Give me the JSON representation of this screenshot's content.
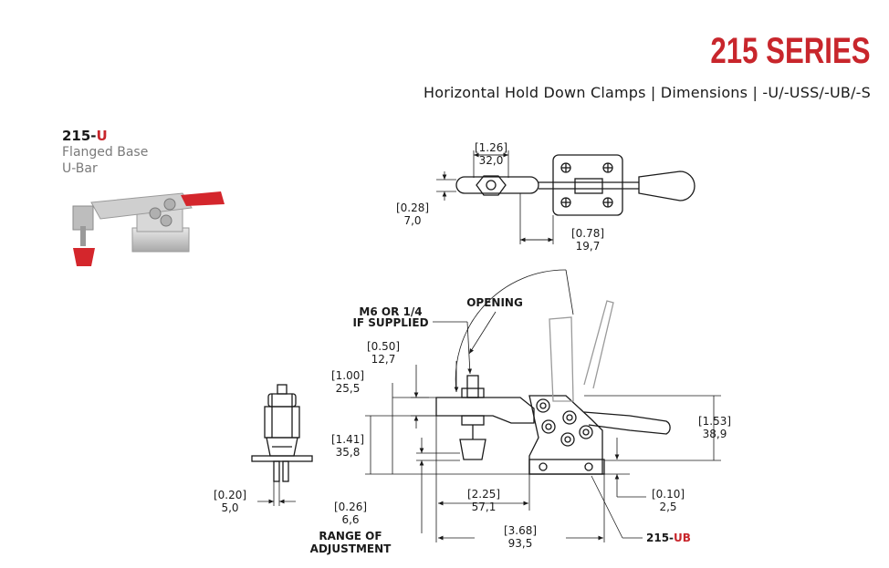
{
  "header": {
    "series": "215 SERIES",
    "subtitle": "Horizontal Hold Down Clamps | Dimensions | -U/-USS/-UB/-S"
  },
  "model": {
    "code_prefix": "215-",
    "code_suffix": "U",
    "desc1": "Flanged Base",
    "desc2": "U-Bar"
  },
  "dimensions": {
    "top_width_in": "[1.26]",
    "top_width_mm": "32,0",
    "top_thick_in": "[0.28]",
    "top_thick_mm": "7,0",
    "top_base_in": "[0.78]",
    "top_base_mm": "19,7",
    "opening": "OPENING",
    "thread1": "M6 OR 1/4",
    "thread2": "IF SUPPLIED",
    "d050_in": "[0.50]",
    "d050_mm": "12,7",
    "d100_in": "[1.00]",
    "d100_mm": "25,5",
    "d141_in": "[1.41]",
    "d141_mm": "35,8",
    "d153_in": "[1.53]",
    "d153_mm": "38,9",
    "d020_in": "[0.20]",
    "d020_mm": "5,0",
    "d026_in": "[0.26]",
    "d026_mm": "6,6",
    "range1": "RANGE OF",
    "range2": "ADJUSTMENT",
    "d225_in": "[2.25]",
    "d225_mm": "57,1",
    "d010_in": "[0.10]",
    "d010_mm": "2,5",
    "d368_in": "[3.68]",
    "d368_mm": "93,5",
    "ub_prefix": "215-",
    "ub_suffix": "UB"
  },
  "colors": {
    "accent": "#c8262c",
    "ink": "#1a1a1a",
    "muted": "#7a7a7a"
  }
}
